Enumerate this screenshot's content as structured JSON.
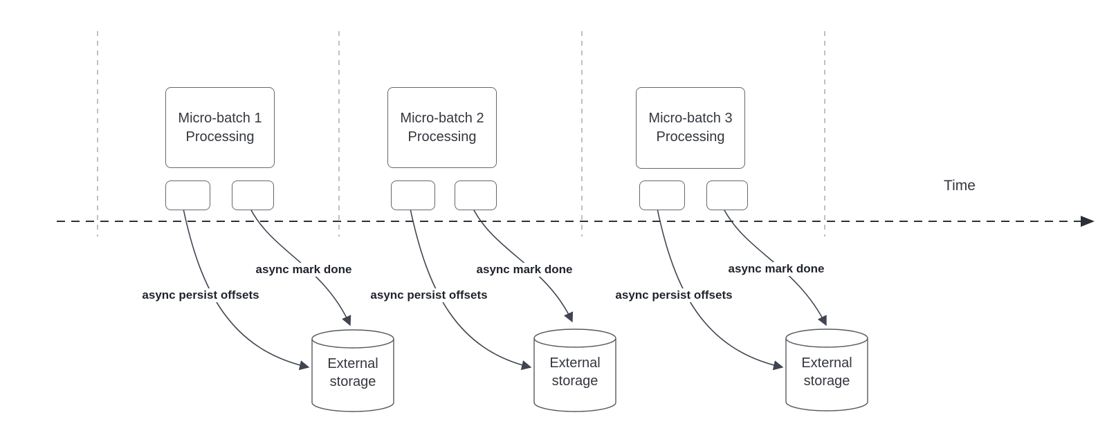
{
  "time_axis": {
    "label": "Time"
  },
  "batches": [
    {
      "name": "Micro-batch 1 Processing",
      "persist_label": "async persist offsets",
      "done_label": "async mark done",
      "storage": "External storage"
    },
    {
      "name": "Micro-batch 2 Processing",
      "persist_label": "async persist offsets",
      "done_label": "async mark done",
      "storage": "External storage"
    },
    {
      "name": "Micro-batch 3 Processing",
      "persist_label": "async persist offsets",
      "done_label": "async mark done",
      "storage": "External storage"
    }
  ],
  "colors": {
    "shape_stroke": "#63666c",
    "connector_stroke": "#3f4450",
    "timeline_stroke": "#2b2f36",
    "gridline_stroke": "#a6a6a6",
    "box_text": "#33363d",
    "edge_label_text": "#1f232b",
    "background": "#ffffff"
  }
}
